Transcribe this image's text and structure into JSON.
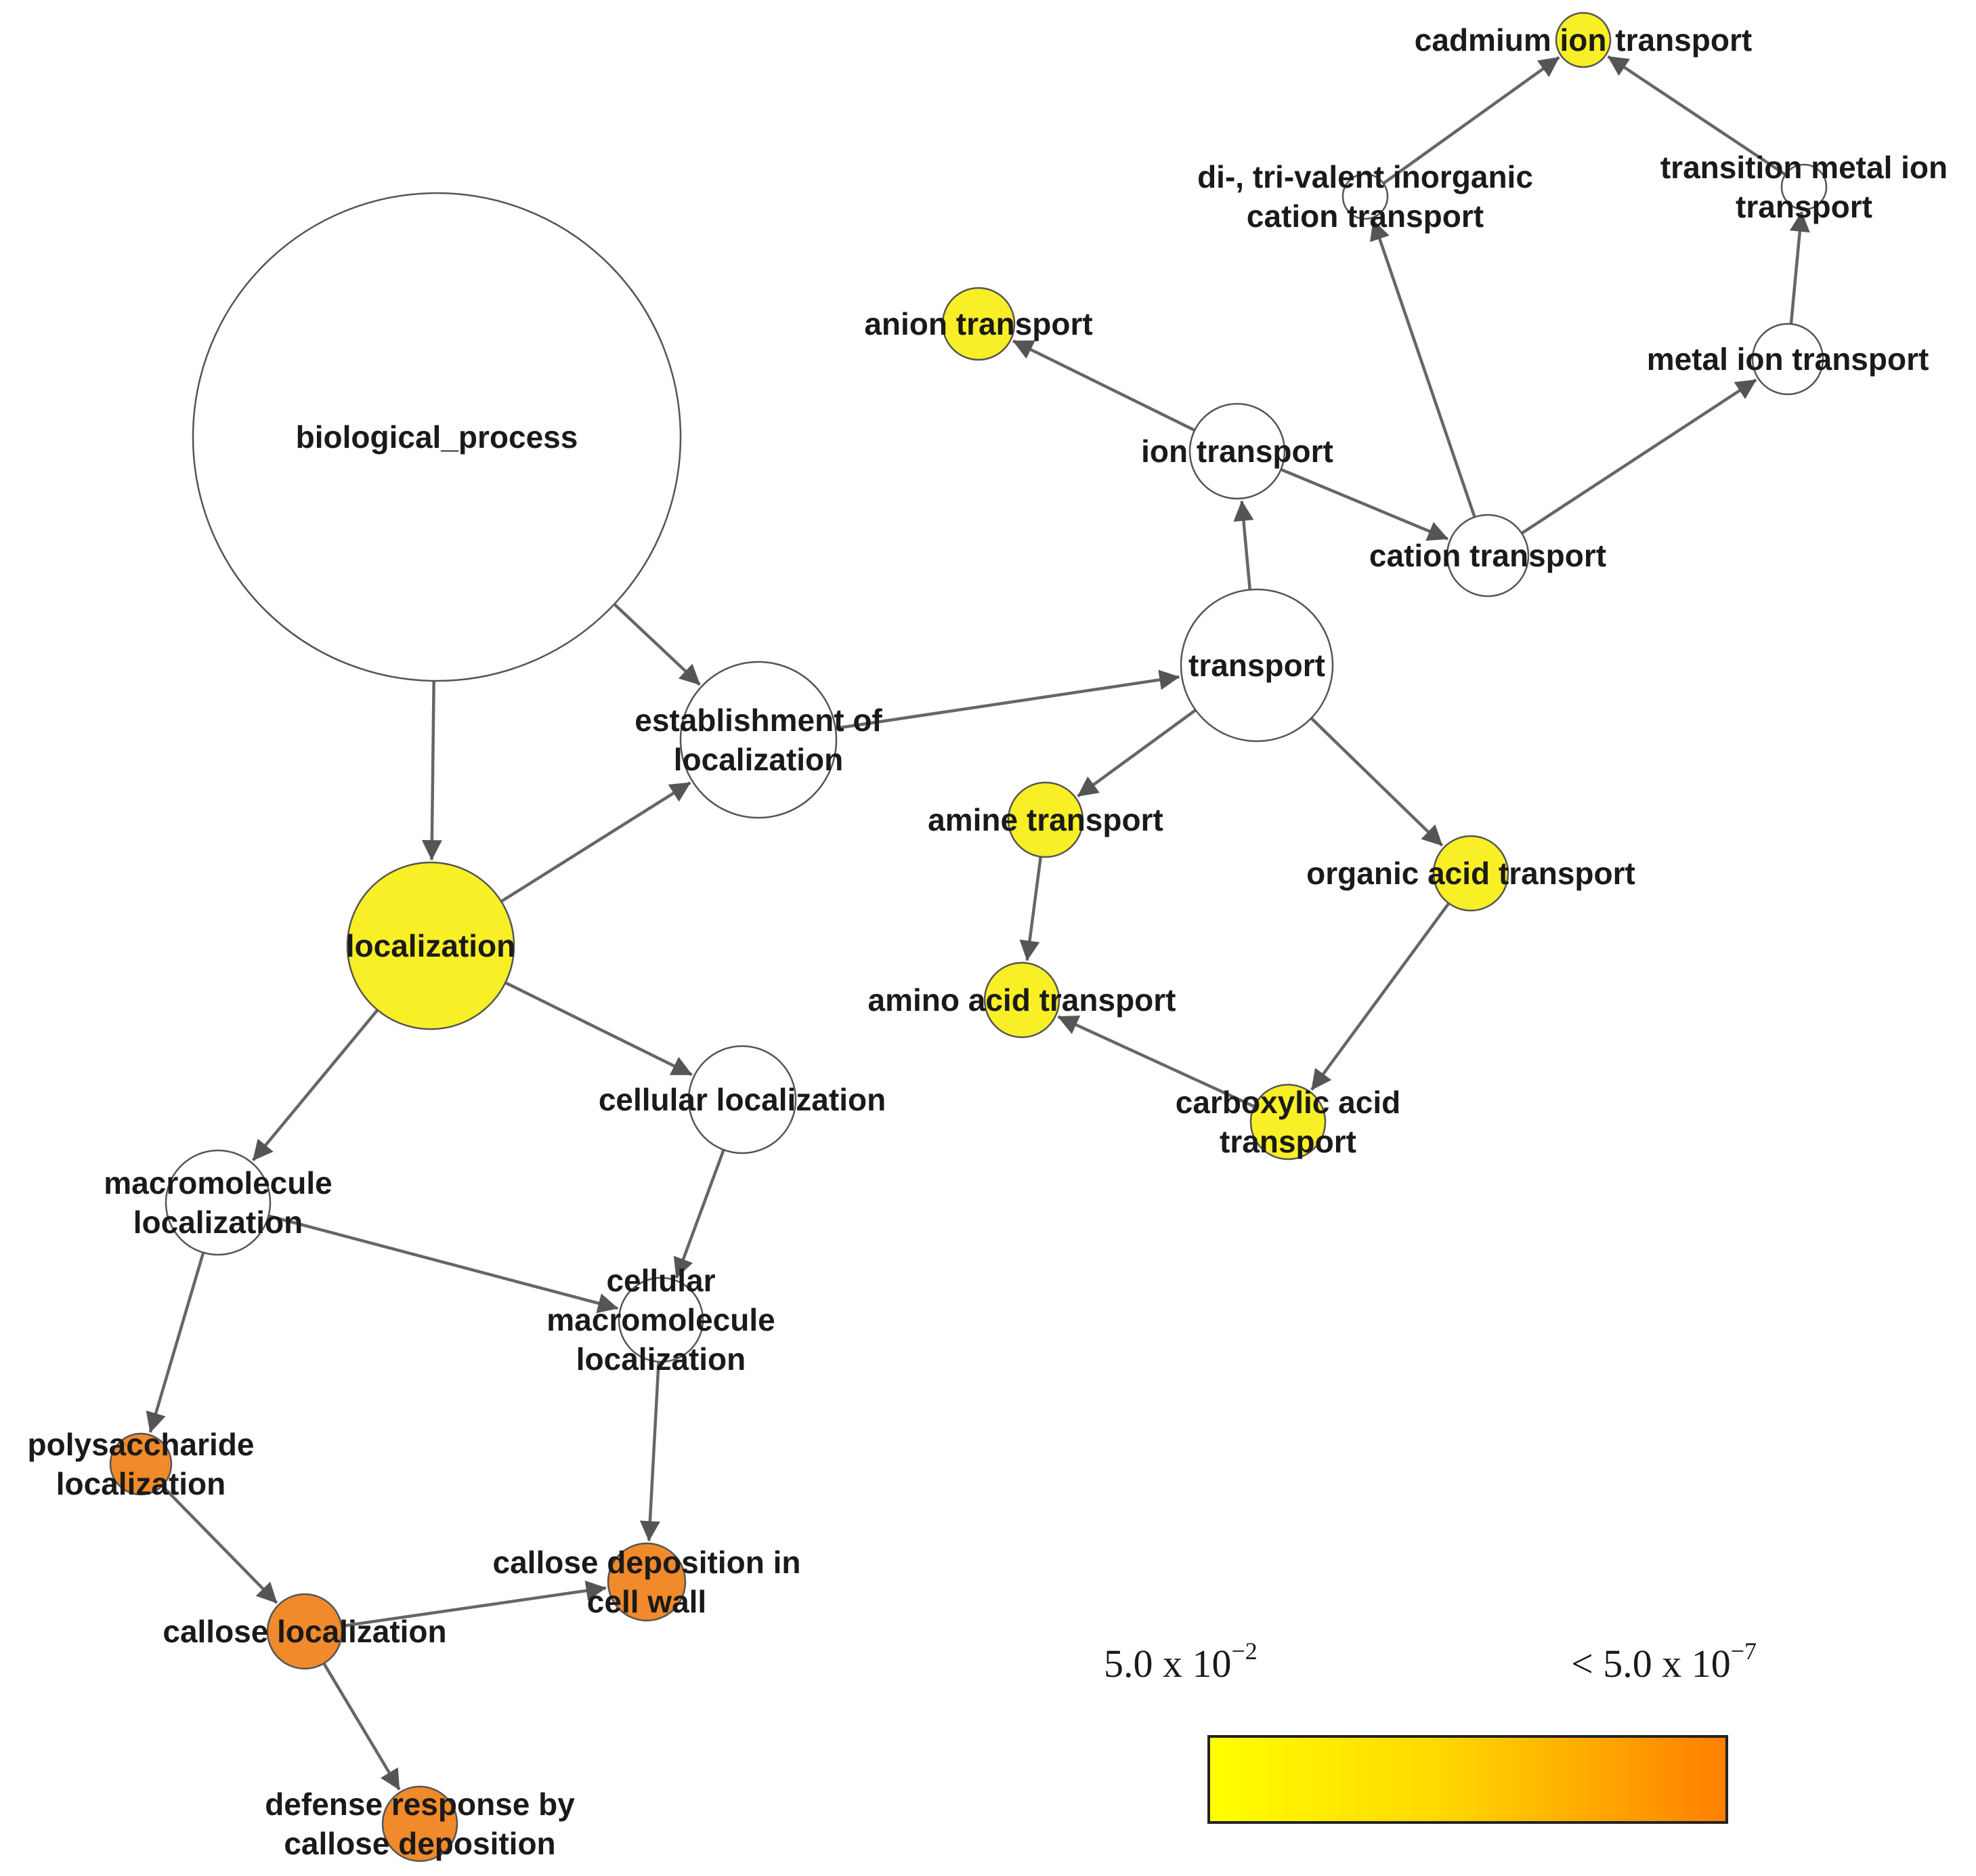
{
  "colors": {
    "white": "#ffffff",
    "yellow": "#f8ef26",
    "orange": "#f08a2a",
    "edge": "#666666",
    "gradient_start": "#ffff00",
    "gradient_end": "#ff7f00"
  },
  "nodes": [
    {
      "id": "biological_process",
      "lines": [
        "biological_process"
      ],
      "fill": "white"
    },
    {
      "id": "localization",
      "lines": [
        "localization"
      ],
      "fill": "yellow"
    },
    {
      "id": "establishment_of_localization",
      "lines": [
        "establishment of",
        "localization"
      ],
      "fill": "white"
    },
    {
      "id": "transport",
      "lines": [
        "transport"
      ],
      "fill": "white"
    },
    {
      "id": "ion_transport",
      "lines": [
        "ion transport"
      ],
      "fill": "white"
    },
    {
      "id": "anion_transport",
      "lines": [
        "anion transport"
      ],
      "fill": "yellow"
    },
    {
      "id": "cation_transport",
      "lines": [
        "cation transport"
      ],
      "fill": "white"
    },
    {
      "id": "di_tri_valent_inorganic_cation_transport",
      "lines": [
        "di-, tri-valent inorganic",
        "cation transport"
      ],
      "fill": "white"
    },
    {
      "id": "cadmium_ion_transport",
      "lines": [
        "cadmium ion transport"
      ],
      "fill": "yellow"
    },
    {
      "id": "transition_metal_ion_transport",
      "lines": [
        "transition metal ion",
        "transport"
      ],
      "fill": "white"
    },
    {
      "id": "metal_ion_transport",
      "lines": [
        "metal ion transport"
      ],
      "fill": "white"
    },
    {
      "id": "amine_transport",
      "lines": [
        "amine transport"
      ],
      "fill": "yellow"
    },
    {
      "id": "amino_acid_transport",
      "lines": [
        "amino acid transport"
      ],
      "fill": "yellow"
    },
    {
      "id": "organic_acid_transport",
      "lines": [
        "organic acid transport"
      ],
      "fill": "yellow"
    },
    {
      "id": "carboxylic_acid_transport",
      "lines": [
        "carboxylic acid",
        "transport"
      ],
      "fill": "yellow"
    },
    {
      "id": "cellular_localization",
      "lines": [
        "cellular localization"
      ],
      "fill": "white"
    },
    {
      "id": "macromolecule_localization",
      "lines": [
        "macromolecule",
        "localization"
      ],
      "fill": "white"
    },
    {
      "id": "cellular_macromolecule_localization",
      "lines": [
        "cellular",
        "macromolecule",
        "localization"
      ],
      "fill": "white"
    },
    {
      "id": "polysaccharide_localization",
      "lines": [
        "polysaccharide",
        "localization"
      ],
      "fill": "orange"
    },
    {
      "id": "callose_localization",
      "lines": [
        "callose localization"
      ],
      "fill": "orange"
    },
    {
      "id": "callose_deposition_in_cell_wall",
      "lines": [
        "callose deposition in",
        "cell wall"
      ],
      "fill": "orange"
    },
    {
      "id": "defense_response_by_callose_deposition",
      "lines": [
        "defense response by",
        "callose deposition"
      ],
      "fill": "orange"
    }
  ],
  "edges": [
    {
      "from": "biological_process",
      "to": "localization"
    },
    {
      "from": "biological_process",
      "to": "establishment_of_localization"
    },
    {
      "from": "localization",
      "to": "establishment_of_localization"
    },
    {
      "from": "establishment_of_localization",
      "to": "transport"
    },
    {
      "from": "transport",
      "to": "ion_transport"
    },
    {
      "from": "ion_transport",
      "to": "anion_transport"
    },
    {
      "from": "ion_transport",
      "to": "cation_transport"
    },
    {
      "from": "cation_transport",
      "to": "di_tri_valent_inorganic_cation_transport"
    },
    {
      "from": "cation_transport",
      "to": "metal_ion_transport"
    },
    {
      "from": "metal_ion_transport",
      "to": "transition_metal_ion_transport"
    },
    {
      "from": "di_tri_valent_inorganic_cation_transport",
      "to": "cadmium_ion_transport"
    },
    {
      "from": "transition_metal_ion_transport",
      "to": "cadmium_ion_transport"
    },
    {
      "from": "transport",
      "to": "amine_transport"
    },
    {
      "from": "transport",
      "to": "organic_acid_transport"
    },
    {
      "from": "amine_transport",
      "to": "amino_acid_transport"
    },
    {
      "from": "organic_acid_transport",
      "to": "carboxylic_acid_transport"
    },
    {
      "from": "carboxylic_acid_transport",
      "to": "amino_acid_transport"
    },
    {
      "from": "localization",
      "to": "cellular_localization"
    },
    {
      "from": "localization",
      "to": "macromolecule_localization"
    },
    {
      "from": "macromolecule_localization",
      "to": "cellular_macromolecule_localization"
    },
    {
      "from": "cellular_localization",
      "to": "cellular_macromolecule_localization"
    },
    {
      "from": "macromolecule_localization",
      "to": "polysaccharide_localization"
    },
    {
      "from": "cellular_macromolecule_localization",
      "to": "callose_deposition_in_cell_wall"
    },
    {
      "from": "polysaccharide_localization",
      "to": "callose_localization"
    },
    {
      "from": "callose_localization",
      "to": "callose_deposition_in_cell_wall"
    },
    {
      "from": "callose_localization",
      "to": "defense_response_by_callose_deposition"
    }
  ],
  "legend": {
    "left_base": "5.0 x 10",
    "left_exp": "−2",
    "right_base": "< 5.0 x 10",
    "right_exp": "−7"
  }
}
